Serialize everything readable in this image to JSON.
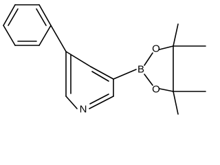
{
  "molecule": {
    "atoms": {
      "boron": "B",
      "oxygen_upper": "O",
      "oxygen_lower": "O",
      "nitrogen": "N"
    },
    "colors": {
      "bond": "#000000",
      "label": "#000000",
      "background": "#ffffff"
    }
  }
}
